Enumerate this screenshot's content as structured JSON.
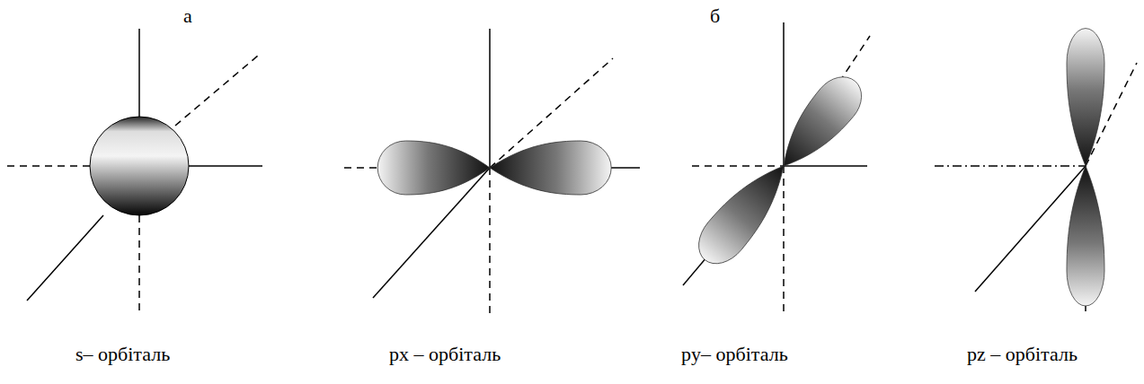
{
  "diagram": {
    "labels": [
      "а",
      "б",
      "s– орбіталь",
      "px – орбіталь",
      "py– орбіталь",
      "pz – орбіталь"
    ]
  }
}
